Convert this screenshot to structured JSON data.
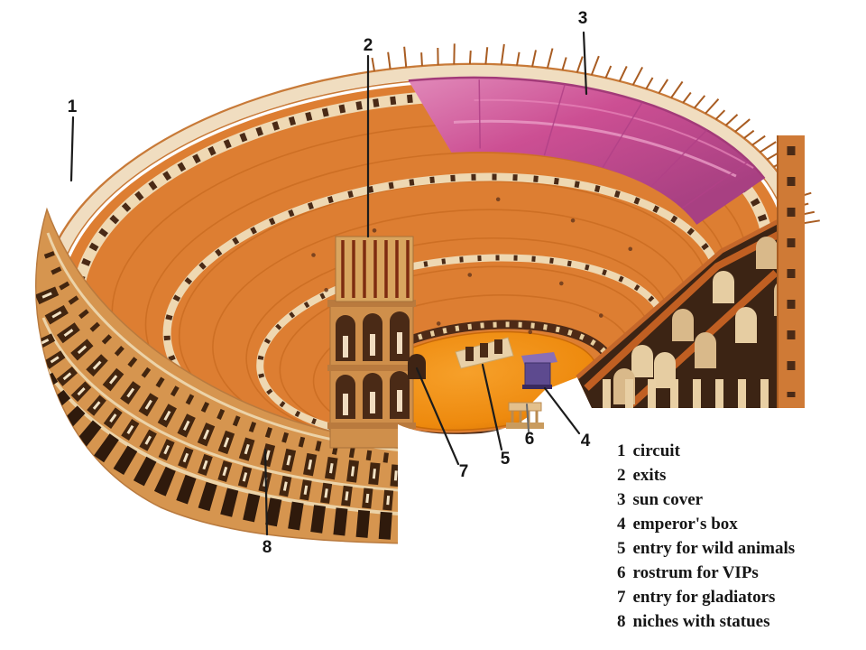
{
  "diagram": {
    "description": "Cutaway illustration of the Roman Colosseum with numbered parts",
    "legend": {
      "items": [
        {
          "num": "1",
          "label": "circuit"
        },
        {
          "num": "2",
          "label": "exits"
        },
        {
          "num": "3",
          "label": "sun cover"
        },
        {
          "num": "4",
          "label": "emperor's box"
        },
        {
          "num": "5",
          "label": "entry for wild animals"
        },
        {
          "num": "6",
          "label": "rostrum for VIPs"
        },
        {
          "num": "7",
          "label": "entry for gladiators"
        },
        {
          "num": "8",
          "label": "niches with statues"
        }
      ]
    },
    "colors": {
      "background": "#ffffff",
      "stone_orange": "#dd7e32",
      "seating_row": "#c4671d",
      "facade_tan": "#d6954f",
      "rim_cream": "#f0ddc0",
      "opening_dark": "#42250f",
      "section_brown": "#3c2414",
      "awning_pink": "#cc4f93",
      "arena_orange": "#ee8a0e",
      "emperor_box_purple": "#5d4a8f",
      "label_ink": "#161616"
    }
  }
}
